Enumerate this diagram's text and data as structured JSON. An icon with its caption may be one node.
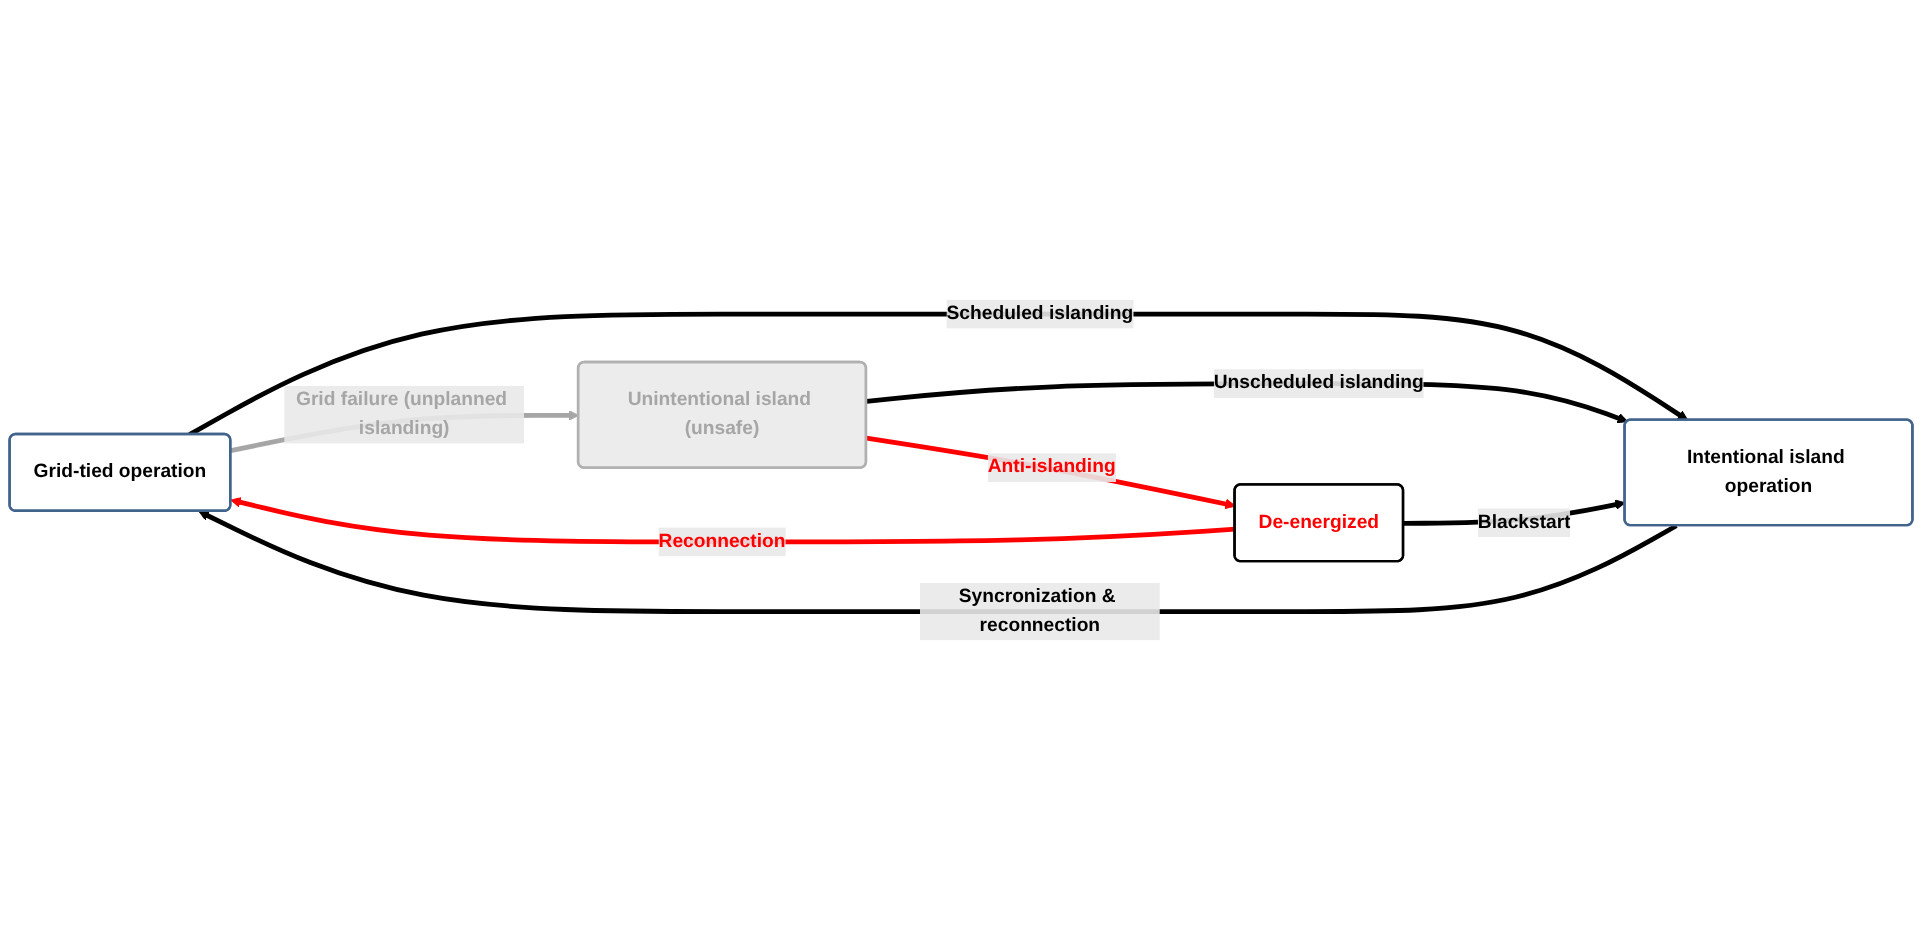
{
  "diagram": {
    "nodes": [
      {
        "text": [
          "Grid-tied operation"
        ]
      },
      {
        "text": [
          "Unintentional island (unsafe)"
        ]
      },
      {
        "text": [
          "Intentional island operation"
        ]
      },
      {
        "text": [
          "De-energized"
        ]
      }
    ],
    "edges": [
      {
        "from": 0,
        "to": 1,
        "arrow": "to",
        "label": "Grid failure (unplanned islanding)",
        "color": "#a6a6a6"
      },
      {
        "from": 3,
        "to": 0,
        "arrow": "to",
        "label": "Reconnection",
        "color": "#ff0000"
      },
      {
        "from": 1,
        "to": 3,
        "arrow": "to",
        "label": "Anti-islanding",
        "color": "#ff0000"
      },
      {
        "from": 2,
        "to": 0,
        "arrow": "to",
        "label": "Syncronization & reconnection"
      },
      {
        "from": 0,
        "to": 2,
        "arrow": "to",
        "label": "Scheduled islanding"
      },
      {
        "from": 1,
        "to": 2,
        "arrow": "to",
        "label": "Unscheduled islanding"
      },
      {
        "from": 3,
        "to": 2,
        "arrow": "to",
        "label": "Blackstart"
      }
    ]
  }
}
